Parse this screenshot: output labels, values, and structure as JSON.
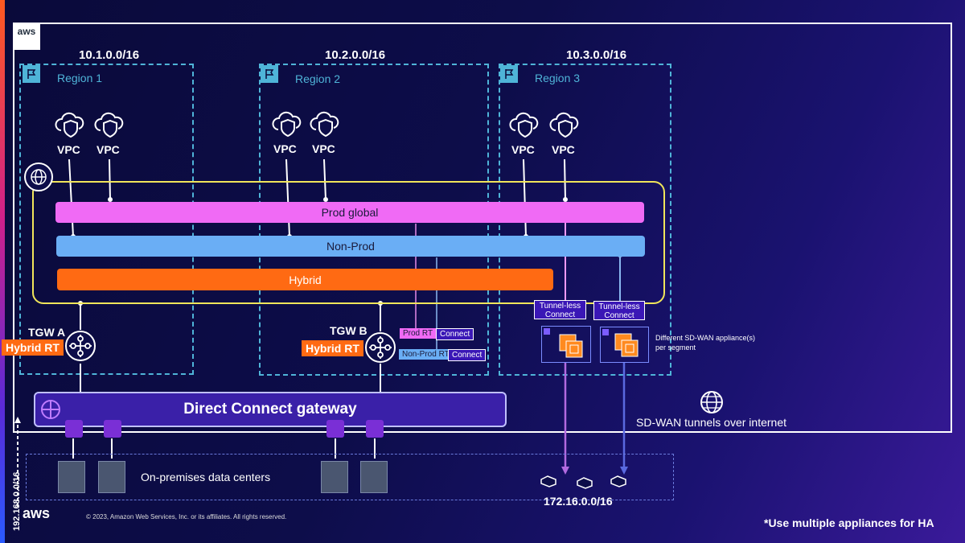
{
  "brand": {
    "badge_text": "aws",
    "footer_logo_text": "aws"
  },
  "copyright": "© 2023, Amazon Web Services, Inc. or its affiliates. All rights reserved.",
  "regions": [
    {
      "cidr": "10.1.0.0/16",
      "name": "Region 1",
      "vpcs": [
        "VPC",
        "VPC"
      ]
    },
    {
      "cidr": "10.2.0.0/16",
      "name": "Region 2",
      "vpcs": [
        "VPC",
        "VPC"
      ]
    },
    {
      "cidr": "10.3.0.0/16",
      "name": "Region 3",
      "vpcs": [
        "VPC",
        "VPC"
      ]
    }
  ],
  "segments": {
    "prod": {
      "label": "Prod global",
      "color": "#f06af5"
    },
    "nonprod": {
      "label": "Non-Prod",
      "color": "#6aaef5"
    },
    "hybrid": {
      "label": "Hybrid",
      "color": "#ff6a13"
    }
  },
  "cloud_wan_border_color": "#f0e55a",
  "tgw_a": {
    "name": "TGW A",
    "rt": "Hybrid RT"
  },
  "tgw_b": {
    "name": "TGW B",
    "rt": "Hybrid RT",
    "prod_rt": "Prod RT",
    "nonprod_rt": "Non-Prod RT",
    "connect_1": "Connect",
    "connect_2": "Connect"
  },
  "tunnel_less": [
    "Tunnel-less Connect",
    "Tunnel-less Connect"
  ],
  "sdwan_note": "Different SD-WAN appliance(s) per segment",
  "dcg_label": "Direct Connect gateway",
  "sdwan_internet": "SD-WAN tunnels over internet",
  "onprem_cidr": "192.168.0.0/16",
  "onprem_label": "On-premises data centers",
  "branch_cidr": "172.16.0.0/16",
  "ha_note": "*Use multiple appliances for HA",
  "icons": [
    "cloud-shield-icon",
    "region-flag-icon",
    "globe-icon",
    "router-icon",
    "building-icon",
    "direct-connect-icon",
    "appliance-icon",
    "branch-icon"
  ]
}
